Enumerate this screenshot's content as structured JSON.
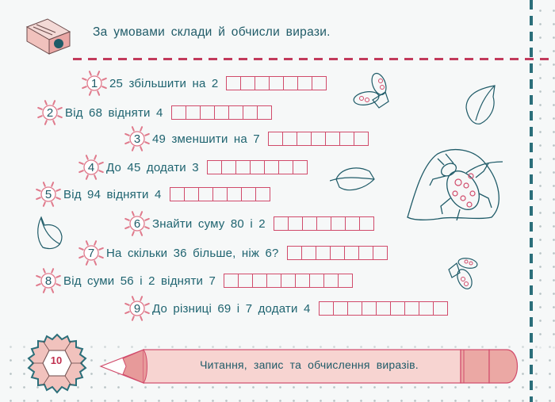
{
  "header": {
    "instruction": "За умовами склади й обчисли вирази.",
    "icon": "pencil-sharpener-icon"
  },
  "tasks": [
    {
      "number": "1",
      "text": "25 збільшити на 2",
      "boxes": 7
    },
    {
      "number": "2",
      "text": "Від 68 відняти 4",
      "boxes": 7
    },
    {
      "number": "3",
      "text": "49 зменшити на 7",
      "boxes": 7
    },
    {
      "number": "4",
      "text": "До 45 додати 3",
      "boxes": 7
    },
    {
      "number": "5",
      "text": "Від 94 відняти 4",
      "boxes": 7
    },
    {
      "number": "6",
      "text": "Знайти суму 80 і 2",
      "boxes": 7
    },
    {
      "number": "7",
      "text": "На скільки 36 більше, ніж 6?",
      "boxes": 7
    },
    {
      "number": "8",
      "text": "Від суми 56 і 2 відняти 7",
      "boxes": 9
    },
    {
      "number": "9",
      "text": "До різниці 69 і 7 додати 4",
      "boxes": 9
    }
  ],
  "footer": {
    "page_number": "10",
    "topic": "Читання, запис та обчислення виразів."
  },
  "decorations": [
    "ladybug-icon",
    "leaf-icon",
    "ladybug-on-leaf-icon",
    "pencil-shavings-icon",
    "pencil-icon"
  ],
  "colors": {
    "text": "#1f5b68",
    "accent_pink": "#d14b6b",
    "dash_teal": "#2b6f7a",
    "background": "#f6f8f8"
  }
}
